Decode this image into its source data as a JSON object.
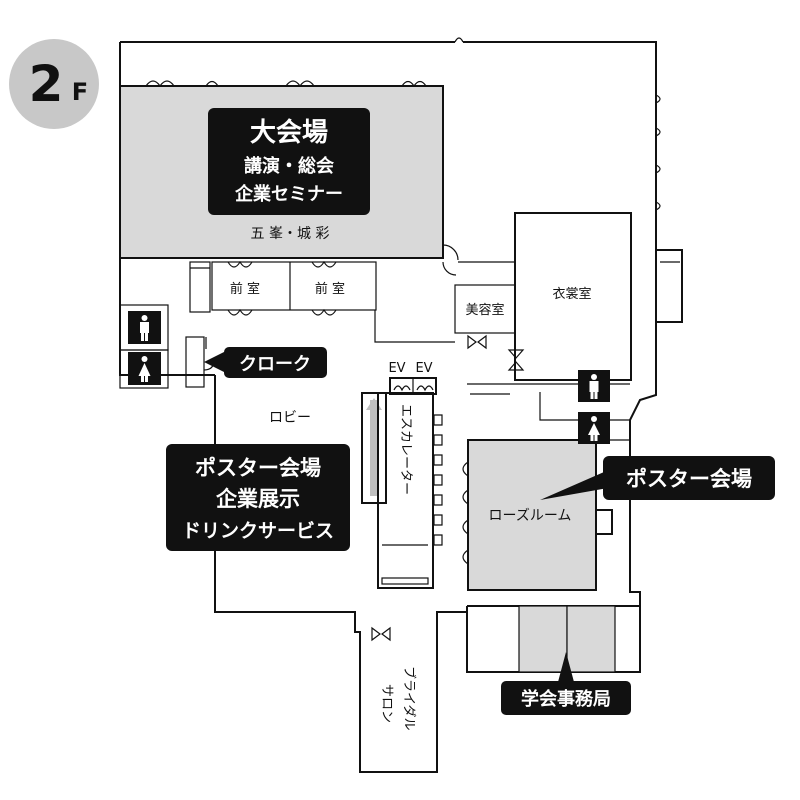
{
  "floor": {
    "number": "2",
    "suffix": "F"
  },
  "colors": {
    "badge_bg": "#c8c8c8",
    "highlight_room": "#d9d9d9",
    "callout_bg": "#111111",
    "callout_text": "#ffffff",
    "wall": "#111111"
  },
  "icons": [
    "male-restroom-icon",
    "female-restroom-icon"
  ],
  "rooms": {
    "main_hall_name": "五 峯・城 彩",
    "front_room_1": "前 室",
    "front_room_2": "前 室",
    "beauty_salon": "美容室",
    "dressing_room": "衣裳室",
    "lobby": "ロビー",
    "rose_room": "ローズルーム",
    "escalator": "エスカレーター",
    "ev_1": "EV",
    "ev_2": "EV",
    "bridal_salon_line1": "ブライダル",
    "bridal_salon_line2": "サロン"
  },
  "callouts": {
    "main_hall": {
      "line1": "大会場",
      "line2": "講演・総会",
      "line3": "企業セミナー"
    },
    "cloak": "クローク",
    "poster_left": {
      "line1": "ポスター会場",
      "line2": "企業展示",
      "line3": "ドリンクサービス"
    },
    "poster_right": "ポスター会場",
    "secretariat": "学会事務局"
  }
}
